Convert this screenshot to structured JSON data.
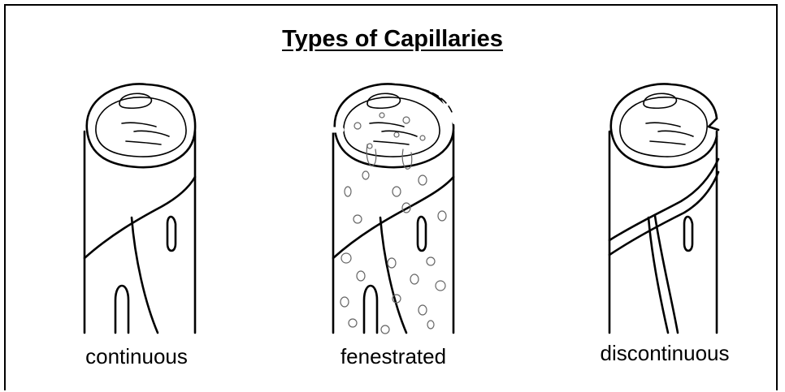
{
  "title": "Types of Capillaries",
  "labels": {
    "continuous": "continuous",
    "fenestrated": "fenestrated",
    "discontinuous": "discontinuous"
  }
}
